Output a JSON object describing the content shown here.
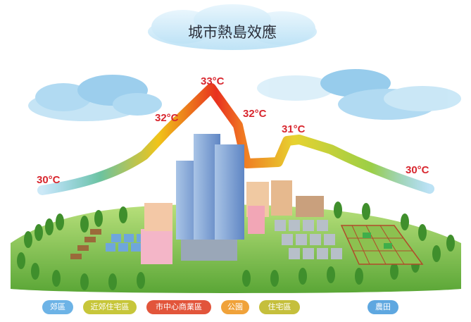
{
  "title": "城市熱島效應",
  "temperatures": [
    {
      "label": "30°C"
    },
    {
      "label": "32°C"
    },
    {
      "label": "33°C"
    },
    {
      "label": "32°C"
    },
    {
      "label": "31°C"
    },
    {
      "label": "30°C"
    }
  ],
  "legend": [
    {
      "label": "郊區",
      "color": "#6db3e6"
    },
    {
      "label": "近郊住宅區",
      "color": "#c7c63a"
    },
    {
      "label": "市中心商業區",
      "color": "#e2553b"
    },
    {
      "label": "公園",
      "color": "#f0a23a"
    },
    {
      "label": "住宅區",
      "color": "#c5bf3c"
    },
    {
      "label": "農田",
      "color": "#5ea7e0"
    }
  ],
  "colors": {
    "curve_cool": "#57b6e5",
    "curve_warm": "#f0c419",
    "curve_hot": "#e8311f",
    "grass": "#7cbf3f",
    "cloud": "#9fd3f0"
  }
}
